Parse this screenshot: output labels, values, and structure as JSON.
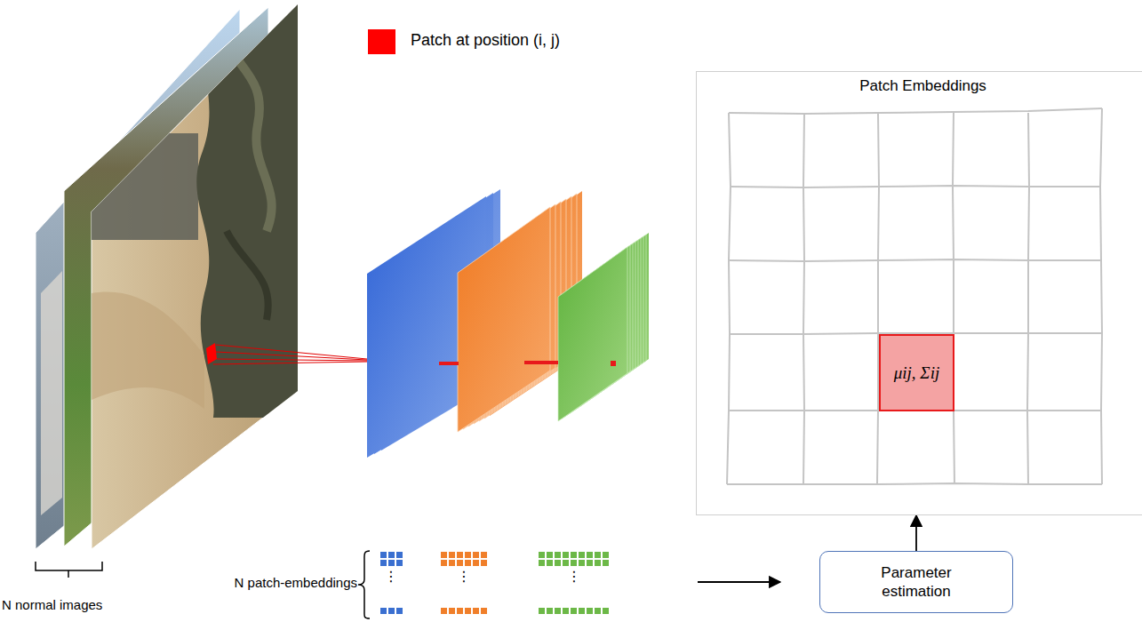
{
  "diagram": {
    "nodes": [
      {
        "text": [
          "Patch Embeddings"
        ]
      },
      {
        "text": [
          "μij, Σij"
        ],
        "in": 0
      },
      {
        "text": [
          "Parameter estimation"
        ]
      }
    ],
    "edges": [
      {
        "from": 2,
        "to": 0,
        "arrow": "to"
      }
    ],
    "labels": [
      "N patch-embeddings",
      "N normal images",
      "⋮",
      "⋮",
      "⋮"
    ],
    "legend": [
      {
        "text": "Patch at position (i, j)",
        "color": "#ff0000"
      }
    ]
  }
}
